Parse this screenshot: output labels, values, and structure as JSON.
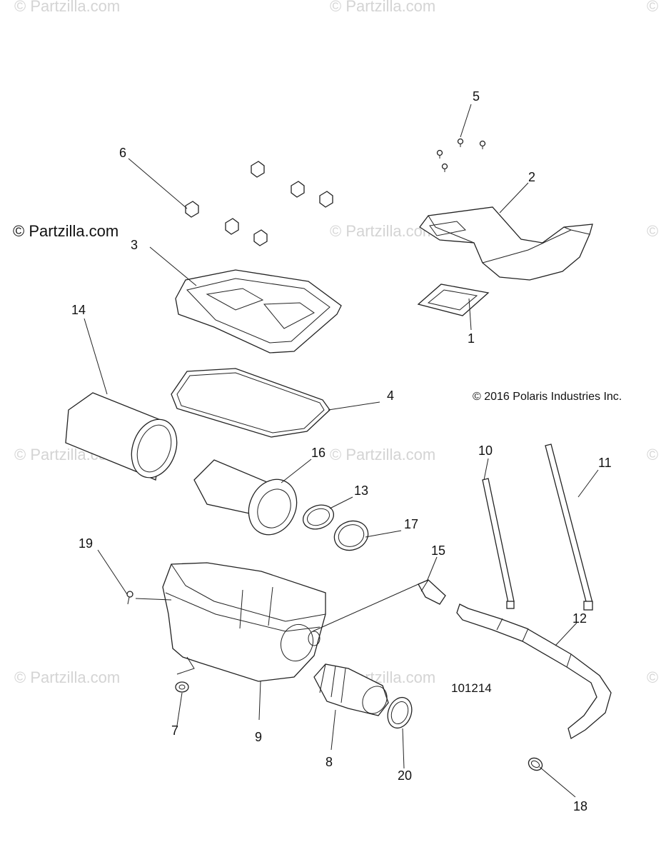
{
  "watermark": {
    "text": "© Partzilla.com",
    "clipped_text": "©",
    "main_text": "© Partzilla.com"
  },
  "copyright": "© 2016 Polaris Industries Inc.",
  "diagram_id": "101214",
  "callouts": [
    {
      "id": "c1",
      "label": "1"
    },
    {
      "id": "c2",
      "label": "2"
    },
    {
      "id": "c3",
      "label": "3"
    },
    {
      "id": "c4",
      "label": "4"
    },
    {
      "id": "c5",
      "label": "5"
    },
    {
      "id": "c6",
      "label": "6"
    },
    {
      "id": "c7",
      "label": "7"
    },
    {
      "id": "c8",
      "label": "8"
    },
    {
      "id": "c9",
      "label": "9"
    },
    {
      "id": "c10",
      "label": "10"
    },
    {
      "id": "c11",
      "label": "11"
    },
    {
      "id": "c12",
      "label": "12"
    },
    {
      "id": "c13",
      "label": "13"
    },
    {
      "id": "c14",
      "label": "14"
    },
    {
      "id": "c15",
      "label": "15"
    },
    {
      "id": "c16",
      "label": "16"
    },
    {
      "id": "c17",
      "label": "17"
    },
    {
      "id": "c18",
      "label": "18"
    },
    {
      "id": "c19",
      "label": "19"
    },
    {
      "id": "c20",
      "label": "20"
    }
  ]
}
